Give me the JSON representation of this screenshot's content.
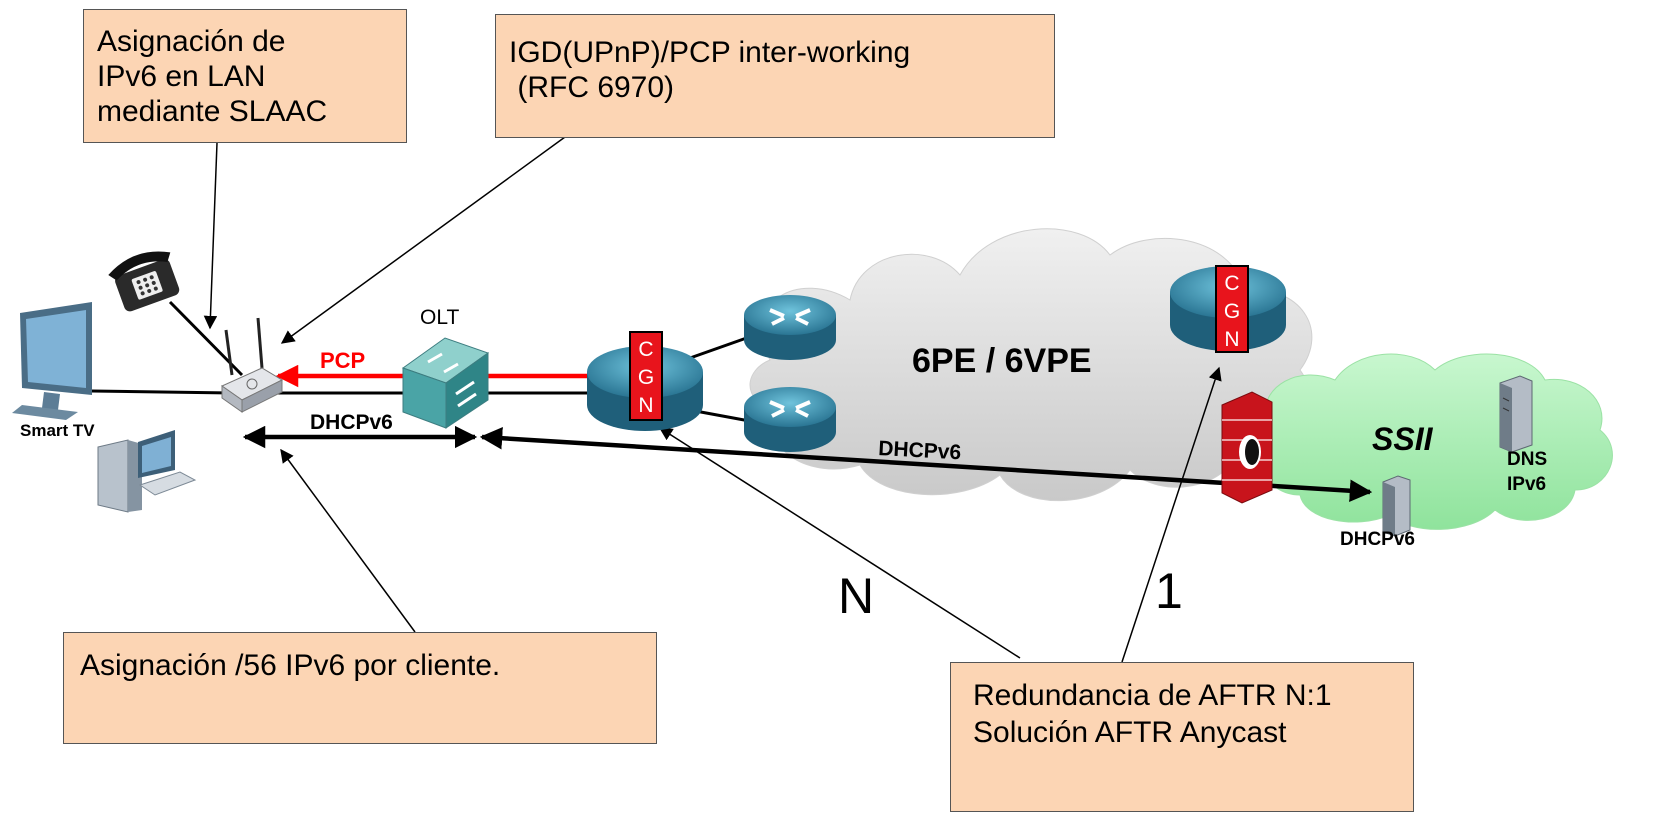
{
  "callouts": {
    "slaac": [
      "Asignación de",
      "IPv6 en LAN",
      "mediante SLAAC"
    ],
    "igd": [
      "IGD(UPnP)/PCP inter-working",
      " (RFC 6970)"
    ],
    "prefix": [
      "Asignación /56 IPv6 por cliente."
    ],
    "redundancy": [
      "Redundancia de AFTR N:1",
      "Solución AFTR Anycast"
    ]
  },
  "labels": {
    "smart_tv": "Smart TV",
    "olt": "OLT",
    "pcp": "PCP",
    "dhcp_left": "DHCPv6",
    "dhcp_mid": "DHCPv6",
    "dhcp_server": "DHCPv6",
    "cloud": "6PE / 6VPE",
    "ssii": "SSII",
    "dns_line1": "DNS",
    "dns_line2": "IPv6",
    "n": "N",
    "one": "1",
    "cgn_c": "C",
    "cgn_g": "G",
    "cgn_n": "N"
  },
  "colors": {
    "callout_fill": "#fcd5b4",
    "pcp_red": "#ff0000",
    "cgn_red": "#e8141c",
    "router_blue": "#3d8fb0",
    "ssii_green": "#b8f0c0",
    "cloud_gray": "#d9d9d9"
  },
  "icons": [
    "telephone-icon",
    "monitor-icon",
    "desktop-pc-icon",
    "wifi-router-icon",
    "olt-switch-icon",
    "router-icon",
    "firewall-icon",
    "server-icon"
  ]
}
